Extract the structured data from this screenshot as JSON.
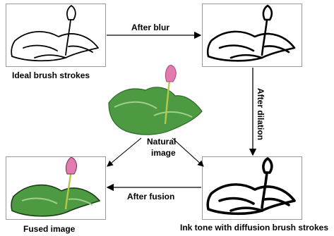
{
  "panels": {
    "ideal": {
      "label": "Ideal brush strokes"
    },
    "blurred": {
      "label": ""
    },
    "ink_tone": {
      "label": "Ink tone with diffusion brush strokes"
    },
    "fused": {
      "label": "Fused image"
    },
    "natural": {
      "label": "Natural image"
    }
  },
  "arrows": {
    "blur": "After blur",
    "dilation": "After dilation",
    "fusion": "After fusion"
  },
  "natural_label_lines": [
    "Natural",
    "image"
  ],
  "colors": {
    "stroke": "#000000",
    "border": "#9a9a9a",
    "leaf": "#4d9a42",
    "leaf_light": "#9fd08a",
    "petal": "#e27bb0",
    "stem": "#b5c94a"
  }
}
